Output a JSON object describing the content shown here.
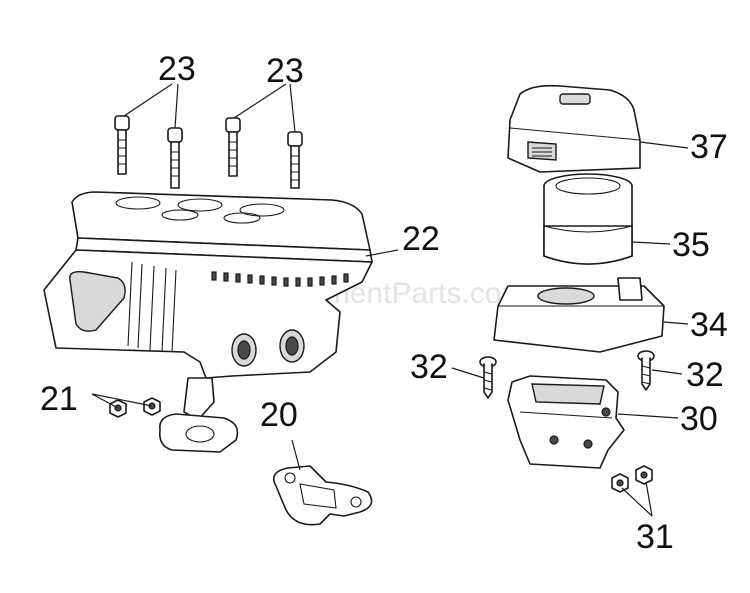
{
  "callouts": {
    "c23a": "23",
    "c23b": "23",
    "c22": "22",
    "c21": "21",
    "c20": "20",
    "c37": "37",
    "c35": "35",
    "c34": "34",
    "c32a": "32",
    "c32b": "32",
    "c30": "30",
    "c31": "31"
  },
  "watermark": "eReplacementParts.com"
}
